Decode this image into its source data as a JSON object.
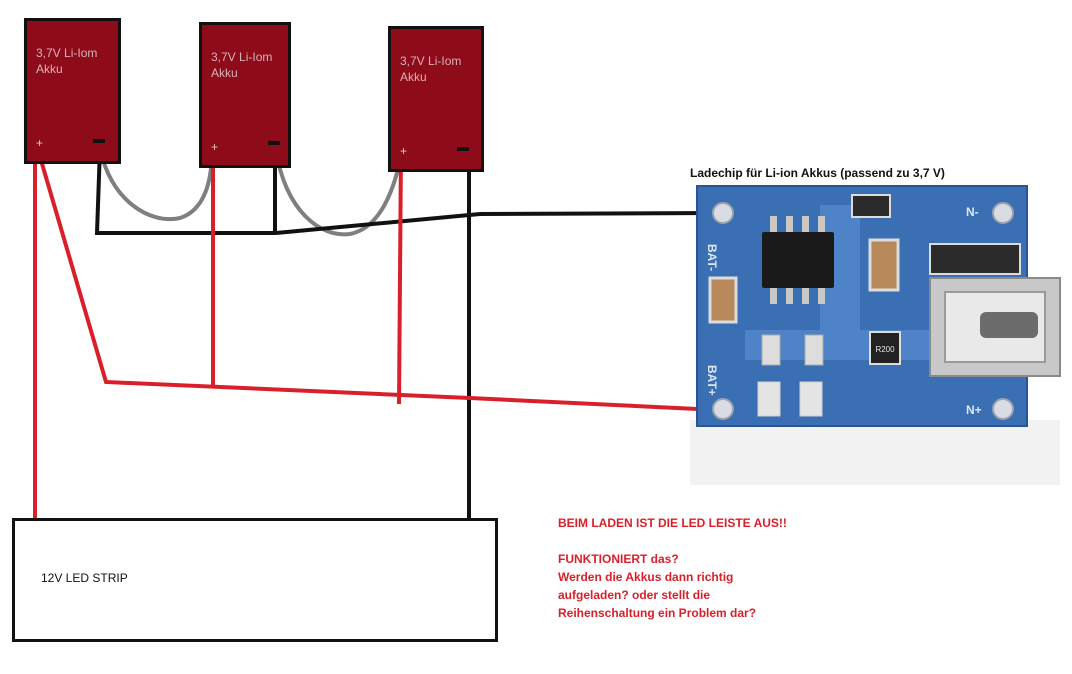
{
  "batteries": [
    {
      "label": "3,7V Li-Iom\nAkku",
      "plus": "+"
    },
    {
      "label": "3,7V Li-Iom\nAkku",
      "plus": "+"
    },
    {
      "label": "3,7V Li-Iom\nAkku",
      "plus": "+"
    }
  ],
  "charger": {
    "title": "Ladechip für Li-ion Akkus (passend zu 3,7 V)",
    "pads": {
      "bat_minus": "BAT-",
      "bat_plus": "BAT+",
      "n_minus": "N-",
      "n_plus": "N+"
    },
    "resistor_code": "R200"
  },
  "led_strip": {
    "label": "12V LED STRIP"
  },
  "notes": {
    "line1": "BEIM LADEN IST DIE LED LEISTE AUS!!",
    "line2": "FUNKTIONIERT das?",
    "line3": "Werden die Akkus dann richtig",
    "line4": "aufgeladen? oder stellt die",
    "line5": "Reihenschaltung ein Problem dar?"
  },
  "colors": {
    "positive_wire": "#d9202a",
    "negative_wire": "#111111",
    "series_link": "#7f7f7f",
    "battery_fill": "#8e0b1a",
    "pcb": "#3a6fb4",
    "note_text": "#d9202a"
  }
}
